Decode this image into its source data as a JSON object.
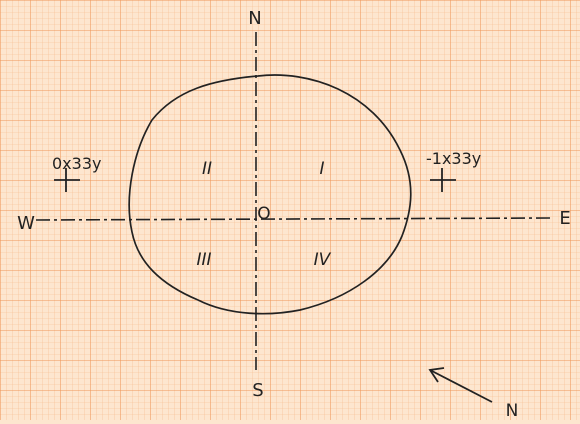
{
  "compass": {
    "north": "N",
    "south": "S",
    "east": "E",
    "west": "W"
  },
  "origin_label": "O",
  "quadrants": {
    "q1": "I",
    "q2": "II",
    "q3": "III",
    "q4": "IV"
  },
  "reference_marks": {
    "left": "0x33y",
    "right": "-1x33y"
  },
  "north_arrow_label": "N",
  "colors": {
    "paper": "#fde6cf",
    "grid_minor": "#f6b98a",
    "grid_major": "#ee9658",
    "ink": "#222222"
  }
}
